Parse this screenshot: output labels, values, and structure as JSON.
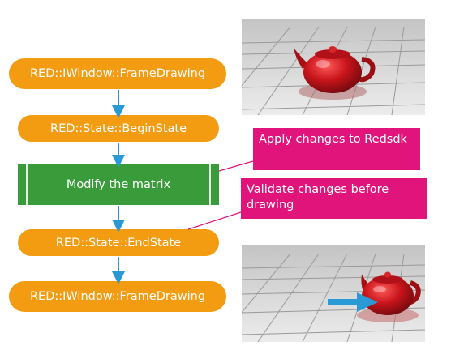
{
  "flow": {
    "step1": "RED::IWindow::FrameDrawing",
    "step2": "RED::State::BeginState",
    "step3": "Modify the matrix",
    "step4": "RED::State::EndState",
    "step5": "RED::IWindow::FrameDrawing"
  },
  "notes": {
    "apply": "Apply changes to Redsdk",
    "validate": "Validate changes before drawing"
  },
  "colors": {
    "pill": "#f39c12",
    "process": "#3a9b3a",
    "note": "#e0147a",
    "arrow": "#2a9ad6",
    "teapot": "#c8141b"
  },
  "images": {
    "top": "teapot render on tiled floor",
    "bottom": "teapot render on tiled floor with blue arrow"
  }
}
